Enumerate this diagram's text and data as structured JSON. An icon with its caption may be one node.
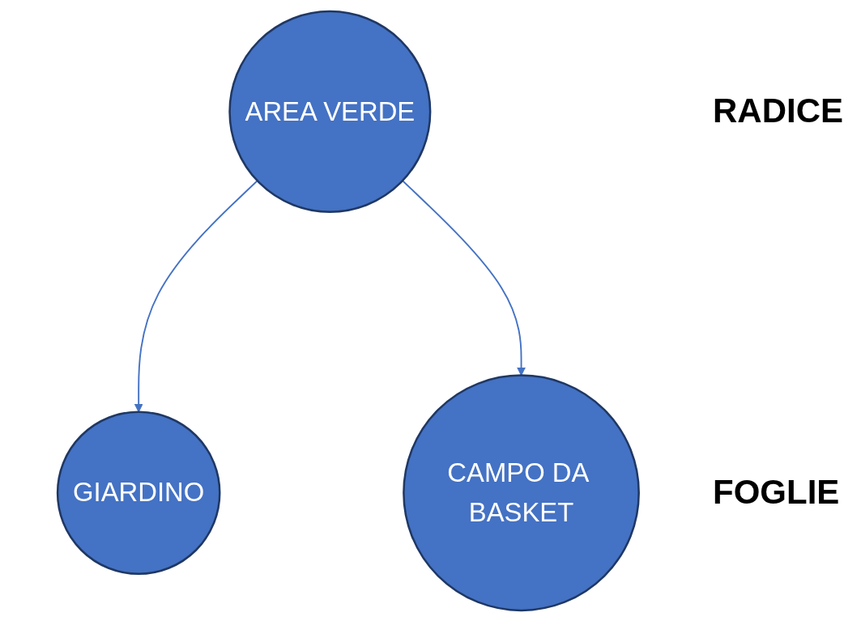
{
  "diagram": {
    "nodes": [
      {
        "text": [
          "AREA VERDE"
        ]
      },
      {
        "text": [
          "GIARDINO"
        ]
      },
      {
        "text": [
          "CAMPO DA BASKET"
        ]
      }
    ],
    "edges": [
      {
        "from": 0,
        "to": 1,
        "arrow": "to"
      },
      {
        "from": 0,
        "to": 2,
        "arrow": "to"
      }
    ],
    "labels": [
      "RADICE",
      "FOGLIE"
    ]
  }
}
